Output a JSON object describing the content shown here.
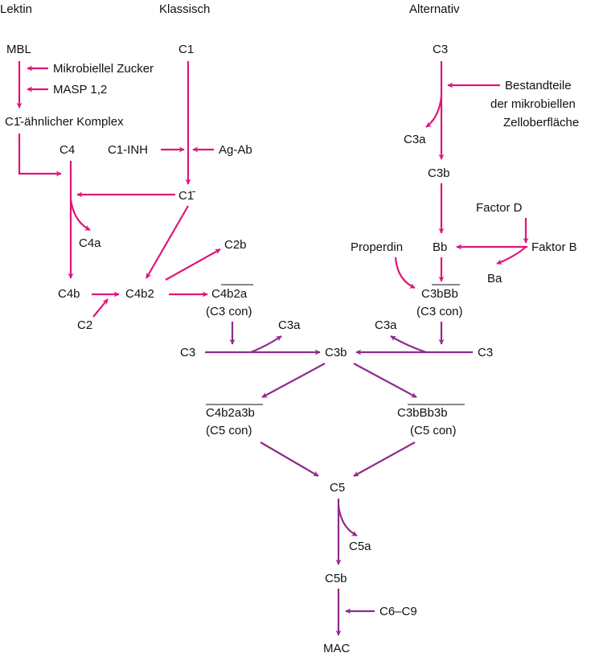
{
  "colors": {
    "pink": "#e0147a",
    "purple": "#8e2b8c",
    "text": "#111111",
    "background": "#ffffff"
  },
  "headers": {
    "lektin": "Lektin",
    "klassisch": "Klassisch",
    "alternativ": "Alternativ"
  },
  "lectin": {
    "mbl": "MBL",
    "mikrobieller_zucker": "Mikrobiellel Zucker",
    "masp": "MASP 1,2",
    "c1_like": "C1̄-ähnlicher Komplex"
  },
  "classical": {
    "c1": "C1",
    "c1_inh": "C1-INH",
    "ag_ab": "Ag-Ab",
    "c1_bar": "C1̄",
    "c4": "C4",
    "c4a": "C4a",
    "c4b": "C4b",
    "c2": "C2",
    "c4b2": "C4b2",
    "c2b": "C2b",
    "c4b2a": "C4b2a",
    "c3con": "(C3 con)"
  },
  "alternative": {
    "c3": "C3",
    "bestandteile_1": "Bestandteile",
    "bestandteile_2": "der mikrobiellen",
    "bestandteile_3": "Zelloberfläche",
    "c3a": "C3a",
    "c3b": "C3b",
    "factor_d": "Factor D",
    "faktor_b": "Faktor B",
    "ba": "Ba",
    "bb": "Bb",
    "properdin": "Properdin",
    "c3bbb": "C3bBb",
    "c3con": "(C3 con)"
  },
  "common": {
    "c3_left": "C3",
    "c3a_left": "C3a",
    "c3b": "C3b",
    "c3a_right": "C3a",
    "c3_right": "C3",
    "c4b2a3b": "C4b2a3b",
    "c5con_left": "(C5 con)",
    "c3bbb3b": "C3bBb3b",
    "c5con_right": "(C5 con)",
    "c5": "C5",
    "c5a": "C5a",
    "c5b": "C5b",
    "c6c9": "C6–C9",
    "mac": "MAC"
  }
}
